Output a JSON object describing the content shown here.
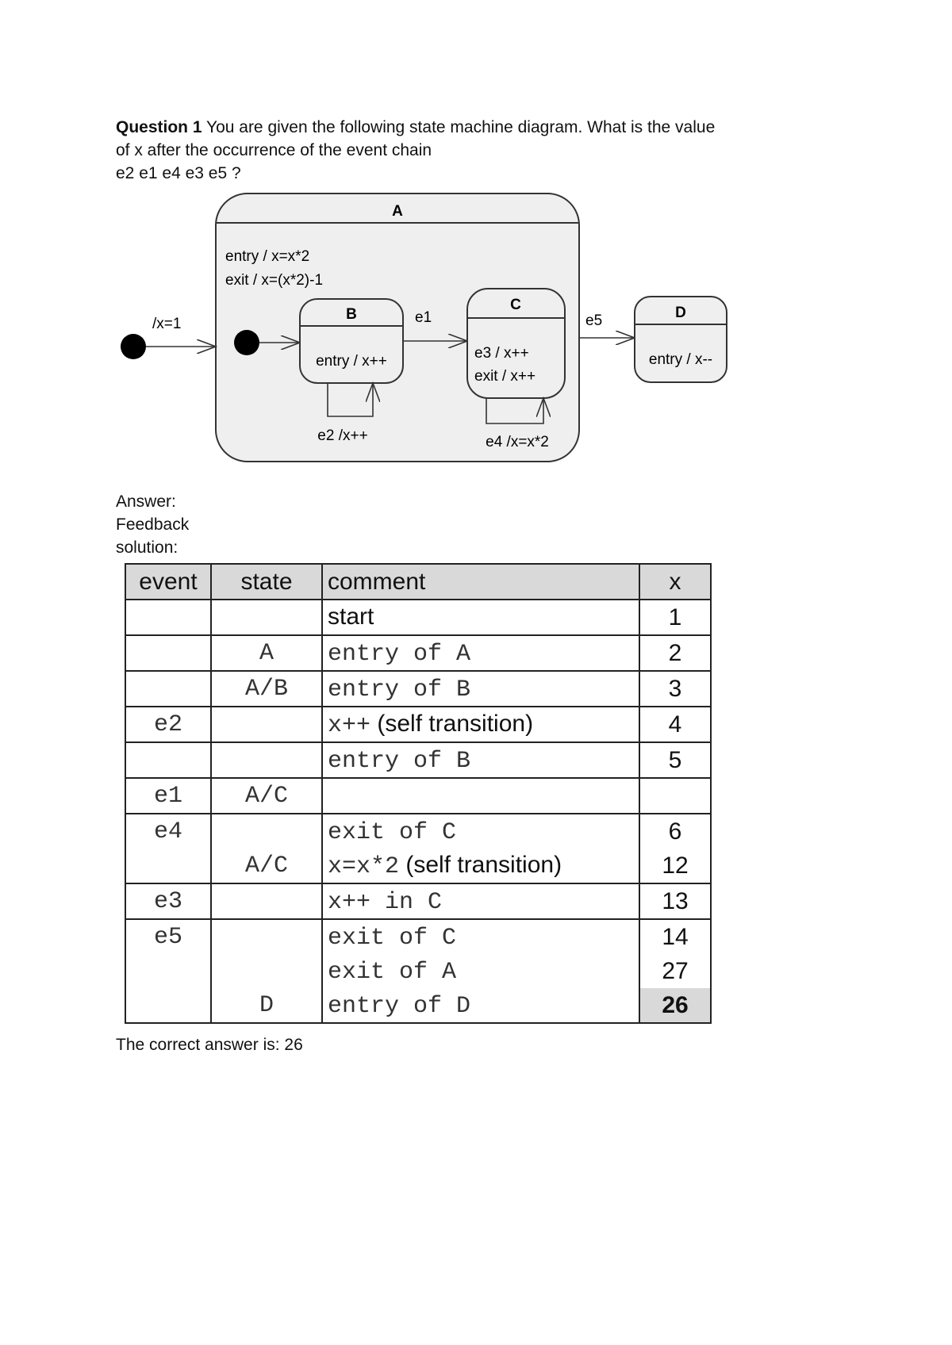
{
  "question": {
    "label": "Question 1",
    "text_line1": " You are given the following state machine diagram. What is the value",
    "text_line2": "of x after the occurrence of the event chain",
    "text_line3": "e2 e1 e4 e3 e5 ?"
  },
  "diagram": {
    "state_a": {
      "name": "A",
      "entry": "entry / x=x*2",
      "exit": "exit / x=(x*2)-1"
    },
    "state_b": {
      "name": "B",
      "entry": "entry / x++",
      "self": "e2 /x++"
    },
    "state_c": {
      "name": "C",
      "line1": "e3 / x++",
      "line2": "exit / x++",
      "self": "e4 /x=x*2"
    },
    "state_d": {
      "name": "D",
      "entry": "entry / x--"
    },
    "initial_action": "/x=1",
    "t_e1": "e1",
    "t_e5": "e5"
  },
  "labels": {
    "answer": "Answer:",
    "feedback": "Feedback",
    "solution": "solution:",
    "correct": "The correct answer is: 26"
  },
  "table": {
    "headers": {
      "event": "event",
      "state": "state",
      "comment": "comment",
      "x": "x"
    },
    "rows": [
      {
        "event": "",
        "state": "",
        "comment_mono": "",
        "comment_sans": "start",
        "x": "1"
      },
      {
        "event": "",
        "state": "A",
        "comment_mono": "entry of A",
        "comment_sans": "",
        "x": "2"
      },
      {
        "event": "",
        "state": "A/B",
        "comment_mono": "entry of B",
        "comment_sans": "",
        "x": "3"
      },
      {
        "event": "e2",
        "state": "",
        "comment_mono": "x++",
        "comment_sans": " (self transition)",
        "x": "4"
      },
      {
        "event": "",
        "state": "",
        "comment_mono": "entry of B",
        "comment_sans": "",
        "x": "5"
      },
      {
        "event": "e1",
        "state": "A/C",
        "comment_mono": "",
        "comment_sans": "",
        "x": ""
      },
      {
        "event": "e4",
        "state": "",
        "comment_mono": "exit of C",
        "comment_sans": "",
        "x": "6"
      },
      {
        "event": "",
        "state": "A/C",
        "comment_mono": "x=x*2",
        "comment_sans": " (self transition)",
        "x": "12"
      },
      {
        "event": "e3",
        "state": "",
        "comment_mono": "x++ in C",
        "comment_sans": "",
        "x": "13"
      },
      {
        "event": "e5",
        "state": "",
        "comment_mono": "exit of C",
        "comment_sans": "",
        "x": "14"
      },
      {
        "event": "",
        "state": "",
        "comment_mono": "exit of A",
        "comment_sans": "",
        "x": "27"
      },
      {
        "event": "",
        "state": "D",
        "comment_mono": "entry of D",
        "comment_sans": "",
        "x": "26"
      }
    ]
  }
}
